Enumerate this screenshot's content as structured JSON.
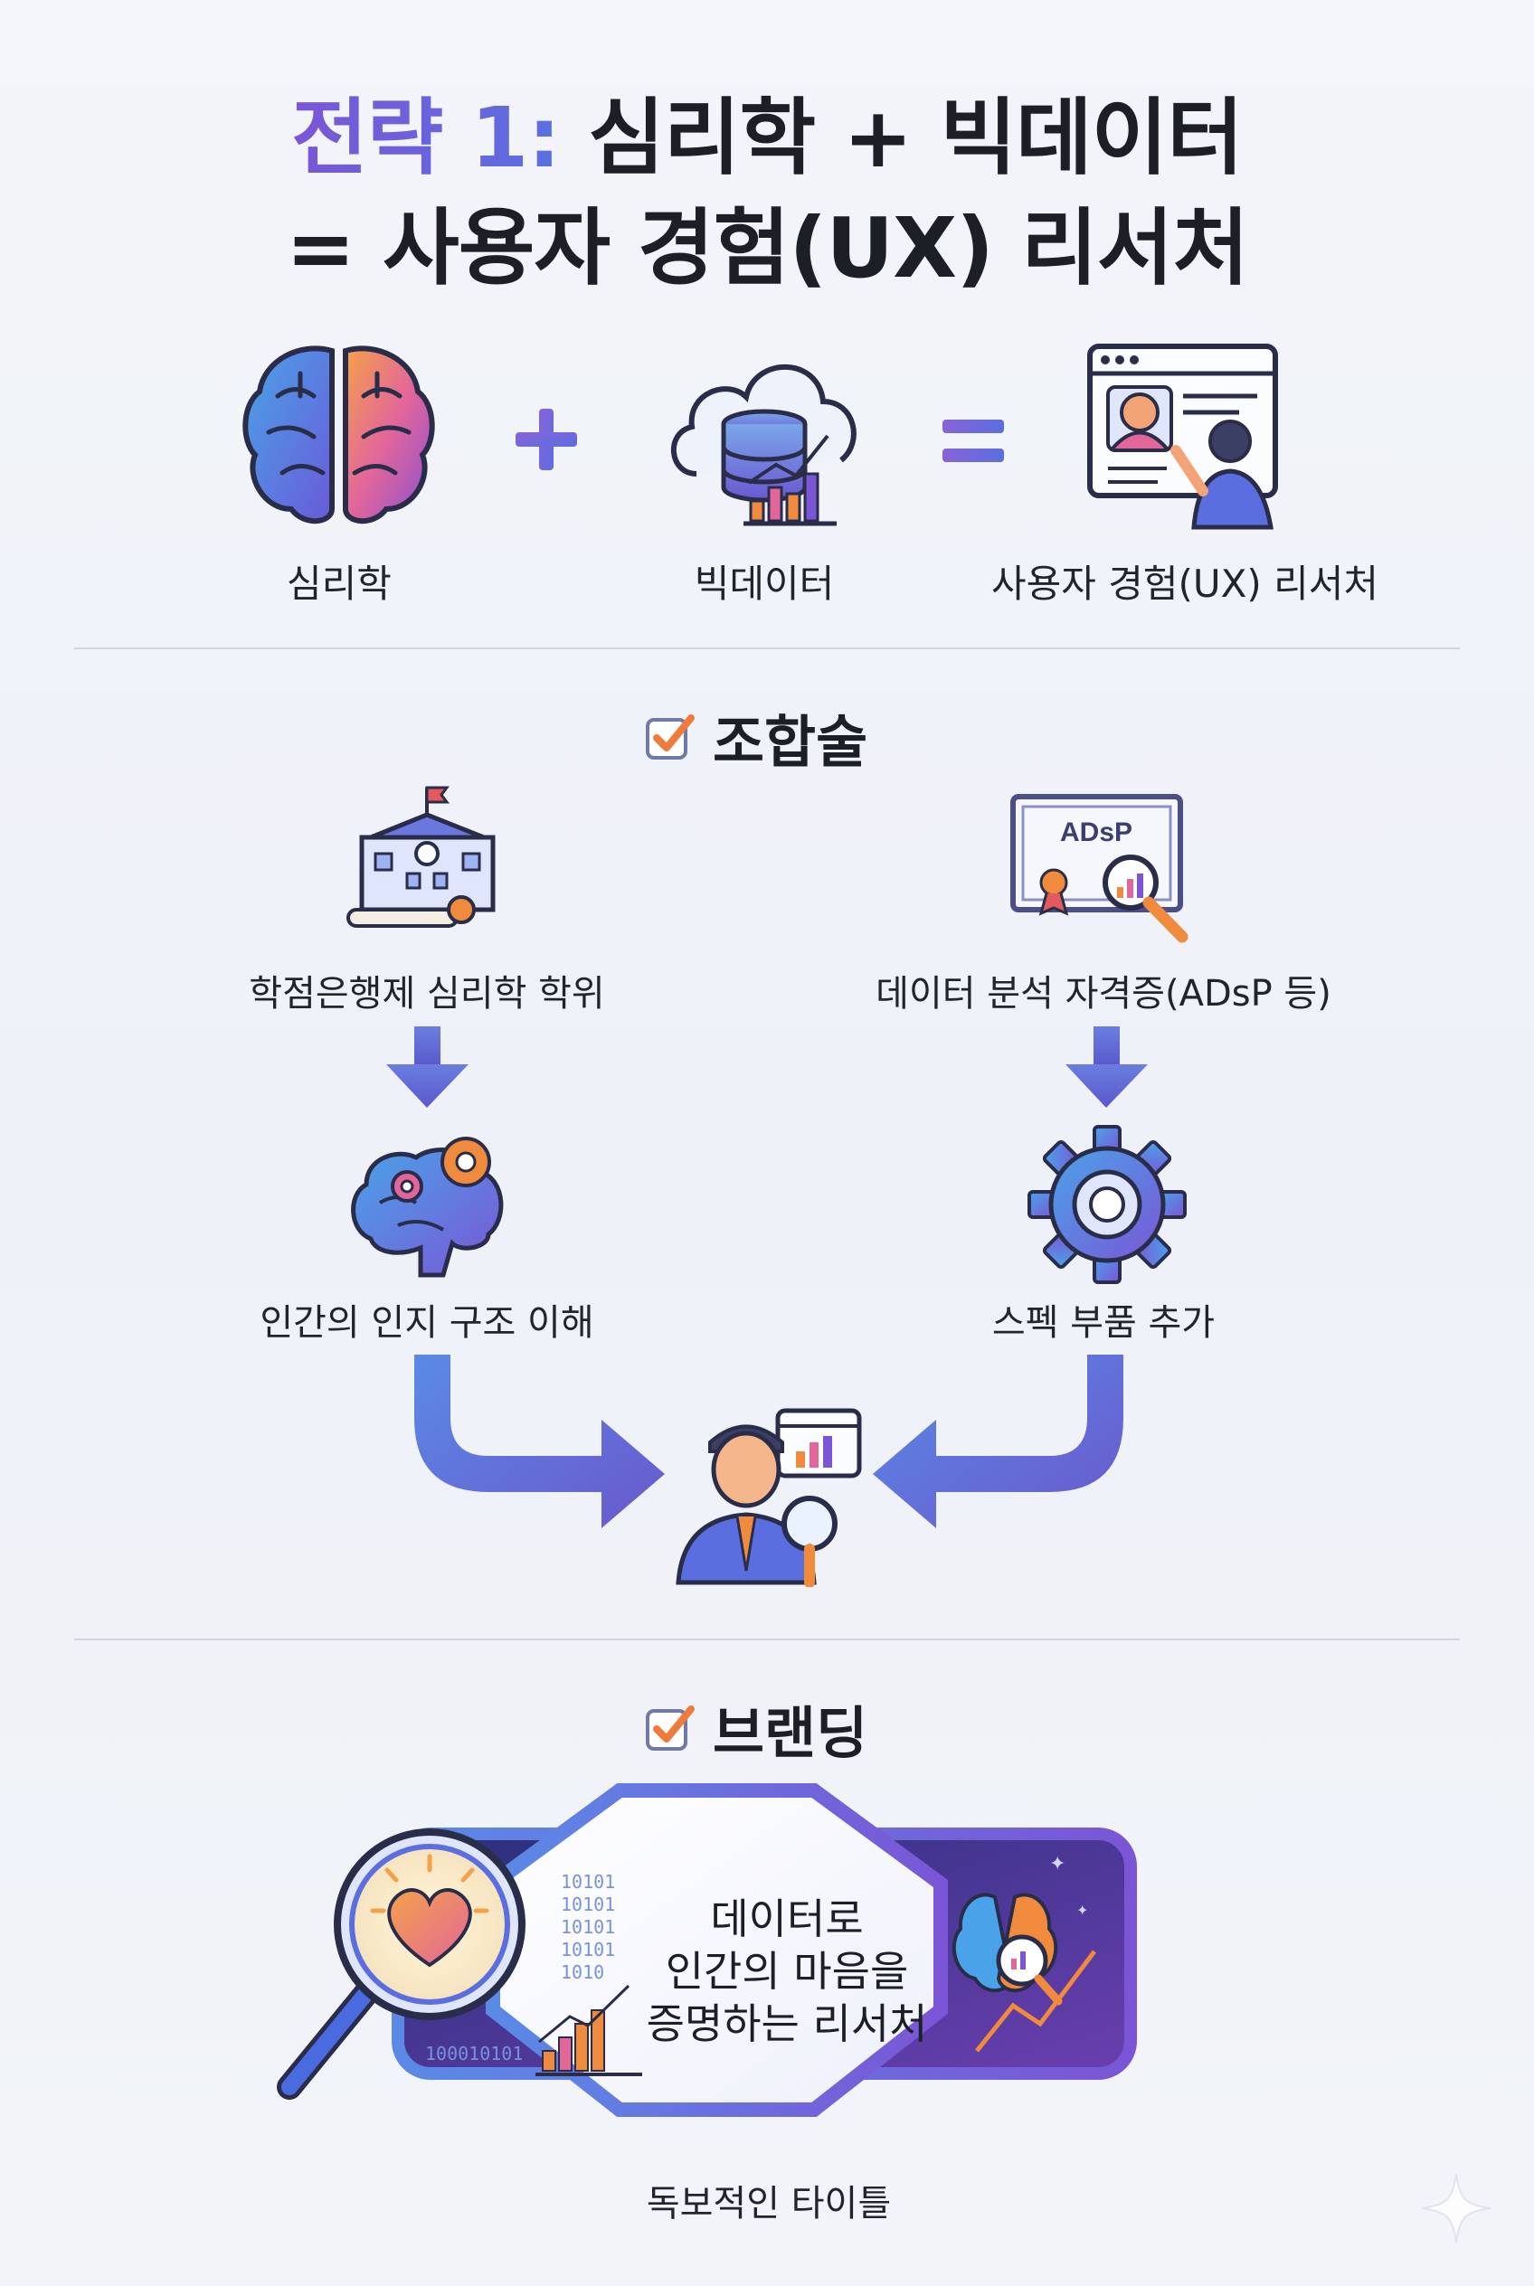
{
  "header": {
    "title_accent": "전략 1:",
    "title_rest": "심리학 + 빅데이터",
    "subtitle": "= 사용자 경험(UX) 리서처"
  },
  "formula": {
    "items": [
      {
        "label": "심리학",
        "icon": "brain-icon"
      },
      {
        "label": "빅데이터",
        "icon": "cloud-database-icon"
      },
      {
        "label": "사용자 경험(UX) 리서처",
        "icon": "researcher-screen-icon"
      }
    ],
    "plus": "+",
    "equals": "="
  },
  "combination": {
    "heading": "조합술",
    "left": {
      "top_label": "학점은행제 심리학 학위",
      "bottom_label": "인간의 인지 구조 이해",
      "top_icon": "university-diploma-icon",
      "bottom_icon": "brain-gears-icon"
    },
    "right": {
      "top_label": "데이터 분석 자격증(ADsP 등)",
      "certificate_text": "ADsP",
      "bottom_label": "스펙 부품 추가",
      "top_icon": "certificate-magnifier-icon",
      "bottom_icon": "gear-icon"
    },
    "result_icon": "analyst-person-icon"
  },
  "branding": {
    "heading": "브랜딩",
    "banner_lines": [
      "데이터로",
      "인간의 마음을",
      "증명하는 리서처"
    ],
    "binary_lines": [
      "10101",
      "10101",
      "10101",
      "10101",
      "1010",
      "100010101"
    ],
    "caption": "독보적인 타이틀"
  },
  "colors": {
    "accent_purple": "#7a56d6",
    "accent_blue": "#5b6fe0",
    "check_orange": "#f07a3c"
  }
}
